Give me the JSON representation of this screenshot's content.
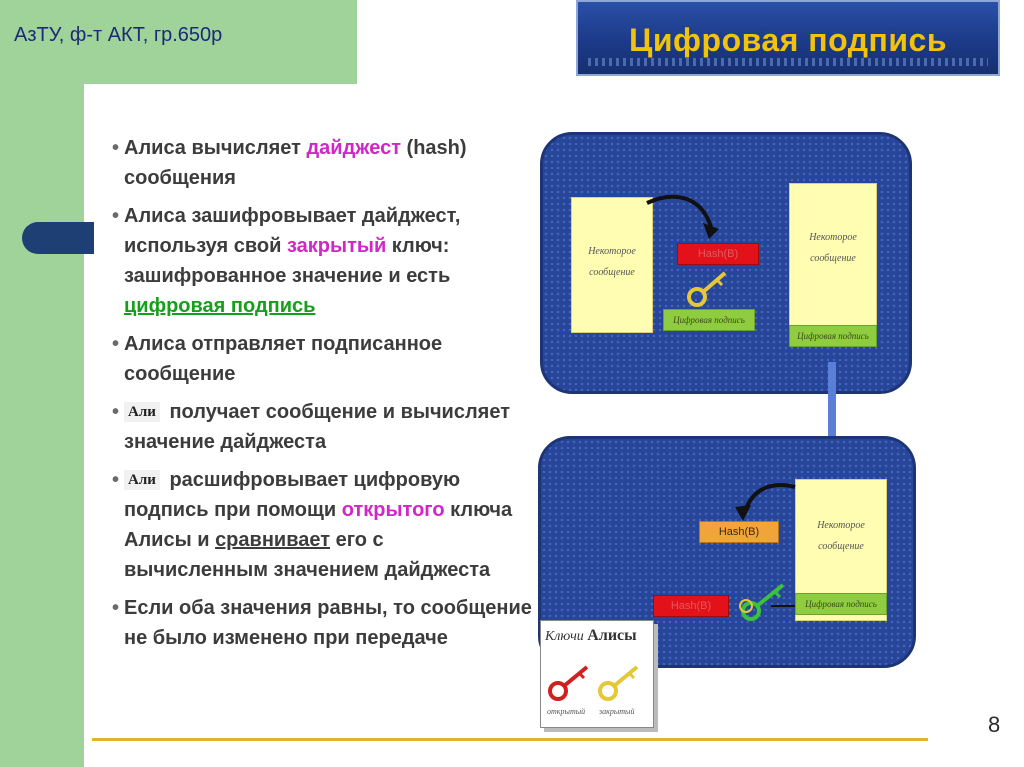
{
  "header": {
    "course": "АзТУ, ф-т АКТ, гр.650р"
  },
  "title": "Цифровая подпись",
  "bullets": [
    {
      "parts": [
        "Алиса вычисляет ",
        "дайджест",
        " (hash) сообщения"
      ]
    },
    {
      "parts": [
        "Алиса зашифровывает дайджест, используя свой ",
        "закрытый",
        " ключ: зашифрованное значение и есть ",
        "цифровая подпись"
      ]
    },
    {
      "parts": [
        "Алиса отправляет подписанное сообщение"
      ]
    },
    {
      "ali": "Али",
      "parts": [
        " получает сообщение и вычисляет значение дайджеста"
      ]
    },
    {
      "ali": "Али",
      "parts": [
        " расшифровывает цифровую подпись при помощи ",
        "открытого",
        " ключа  Алисы и ",
        "сравнивает",
        " его с вычисленным значением дайджеста"
      ]
    },
    {
      "parts": [
        "Если оба значения равны, то сообщение не было изменено при передаче"
      ]
    }
  ],
  "diagram": {
    "doc_line1": "Некоторое",
    "doc_line2": "сообщение",
    "signature_label": "Цифровая подпись",
    "hash_top": "Hash(B)",
    "hash_bottom": "Hash(B)",
    "hash_bottom_red": "Hash(B)"
  },
  "keys_box": {
    "title_prefix": "Ключи",
    "title_name": "Алисы",
    "open_label": "открытый",
    "closed_label": "закрытый"
  },
  "page_number": "8",
  "colors": {
    "band_green": "#9fd39a",
    "title_yellow": "#f1c30a",
    "panel_blue": "#27469a",
    "highlight_magenta": "#d126c8",
    "highlight_green": "#16a01a"
  }
}
